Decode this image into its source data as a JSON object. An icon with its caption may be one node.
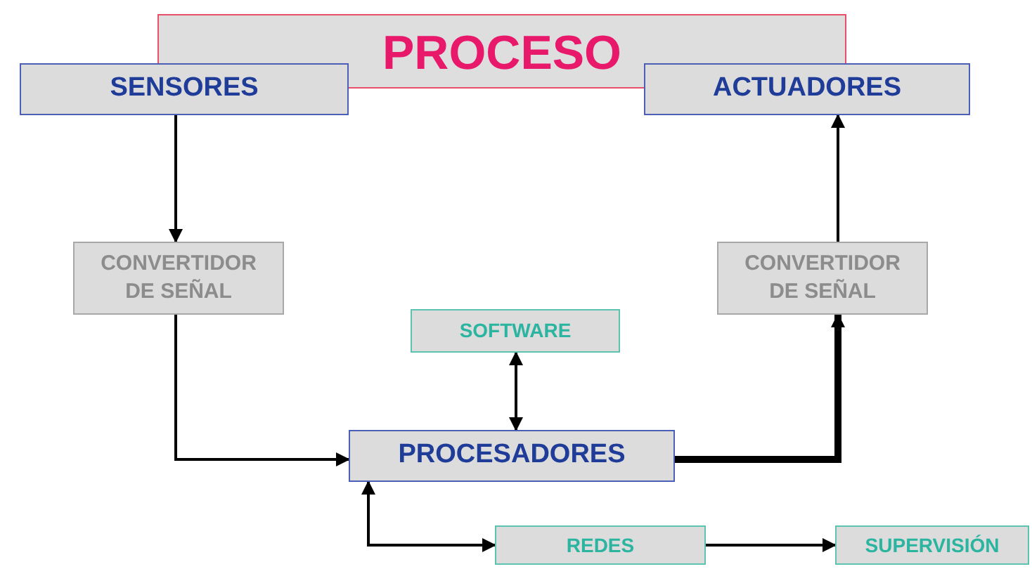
{
  "diagram": {
    "nodes": [
      {
        "text": [
          "PROCESO"
        ]
      },
      {
        "text": [
          "SENSORES"
        ]
      },
      {
        "text": [
          "ACTUADORES"
        ]
      },
      {
        "text": [
          "CONVERTIDOR DE SEÑAL"
        ]
      },
      {
        "text": [
          "CONVERTIDOR DE SEÑAL"
        ]
      },
      {
        "text": [
          "SOFTWARE"
        ]
      },
      {
        "text": [
          "PROCESADORES"
        ]
      },
      {
        "text": [
          "REDES"
        ]
      },
      {
        "text": [
          "SUPERVISIÓN"
        ]
      }
    ],
    "edges": [
      {
        "from": 1,
        "to": 3,
        "arrow": "to"
      },
      {
        "from": 3,
        "to": 6,
        "arrow": "to"
      },
      {
        "from": 5,
        "to": 6,
        "arrow": "both"
      },
      {
        "from": 6,
        "to": 4,
        "arrow": "to",
        "style": "thick"
      },
      {
        "from": 4,
        "to": 2,
        "arrow": "to"
      },
      {
        "from": 6,
        "to": 7,
        "arrow": "both"
      },
      {
        "from": 7,
        "to": 8,
        "arrow": "to"
      }
    ]
  }
}
